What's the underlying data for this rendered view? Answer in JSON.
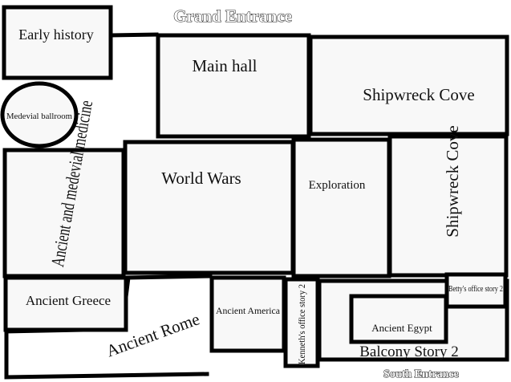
{
  "entrances": {
    "north": "Grand Entrance",
    "south": "South Entrance"
  },
  "rooms": {
    "early_history": "Early history",
    "medieval_ballroom": "Medevial ballroom",
    "ancient_medieval_medicine": "Ancient and medevial medicine",
    "main_hall": "Main hall",
    "shipwreck_cove_top": "Shipwreck Cove",
    "shipwreck_cove_side": "Shipwreck Cove",
    "world_wars": "World Wars",
    "exploration": "Exploration",
    "ancient_greece": "Ancient Greece",
    "ancient_rome": "Ancient Rome",
    "ancient_america": "Ancient America",
    "kenneths_office": "Kenneth's office story 2",
    "bettys_office": "Betty's office story 2",
    "ancient_egypt": "Ancient Egypt",
    "balcony": "Balcony Story 2"
  }
}
